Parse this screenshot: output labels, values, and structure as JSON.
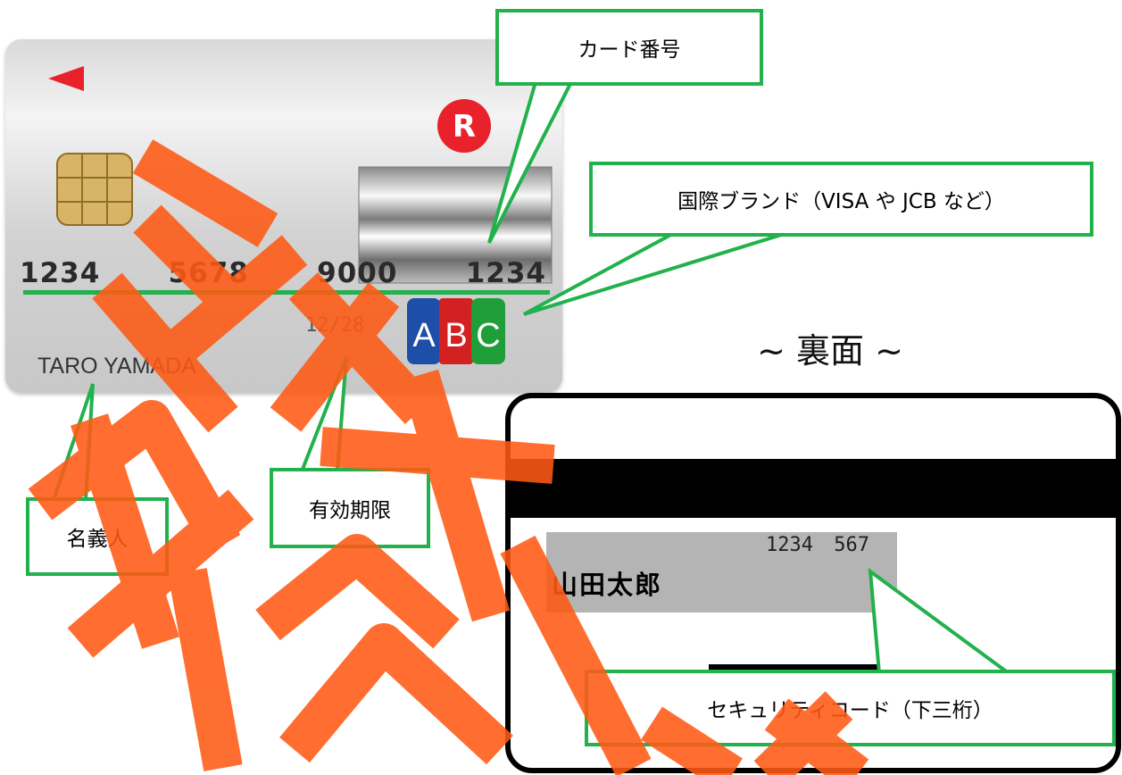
{
  "front_card": {
    "number_groups": [
      "1234",
      "5678",
      "9000",
      "1234"
    ],
    "expiry": "12/28",
    "holder_name": "TARO YAMADA",
    "issuer_logo": "R",
    "brand_logo": [
      "A",
      "B",
      "C"
    ]
  },
  "back_title": "~ 裏面 ~",
  "back_card": {
    "signature_name": "山田太郎",
    "signature_digits": "1234 567"
  },
  "callouts": {
    "card_number": "カード番号",
    "brand": "国際ブランド（VISA や JCB など）",
    "holder": "名義人",
    "expiry": "有効期限",
    "security_code": "セキュリティコード（下三桁）"
  },
  "colors": {
    "callout_green": "#22b14c",
    "watermark_orange": "#ff5a14",
    "issuer_red": "#e8212b"
  },
  "icons": [
    "triangle-marker-icon",
    "ic-chip-icon",
    "hologram-icon",
    "issuer-logo-icon",
    "brand-logo-icon"
  ]
}
